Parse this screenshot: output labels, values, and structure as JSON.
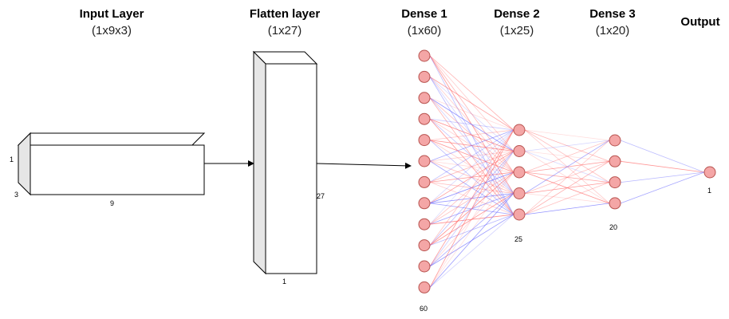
{
  "layers": [
    {
      "id": "input",
      "title": "Input Layer",
      "shape": "(1x9x3)",
      "dim_labels": [
        "1",
        "3",
        "9"
      ]
    },
    {
      "id": "flatten",
      "title": "Flatten layer",
      "shape": "(1x27)",
      "dim_labels": [
        "27",
        "1"
      ]
    },
    {
      "id": "dense1",
      "title": "Dense 1",
      "shape": "(1x60)",
      "count_label": "60",
      "nodes_drawn": 12
    },
    {
      "id": "dense2",
      "title": "Dense 2",
      "shape": "(1x25)",
      "count_label": "25",
      "nodes_drawn": 5
    },
    {
      "id": "dense3",
      "title": "Dense 3",
      "shape": "(1x20)",
      "count_label": "20",
      "nodes_drawn": 4
    },
    {
      "id": "output",
      "title": "Output",
      "count_label": "1",
      "nodes_drawn": 1
    }
  ],
  "colors": {
    "node_fill": "#f4a6a6",
    "node_stroke": "#b85450",
    "box_front": "#ffffff",
    "box_side": "#e6e6e6",
    "edge_red": "#ff6666",
    "edge_blue": "#6666ff",
    "arrow": "#000000"
  }
}
